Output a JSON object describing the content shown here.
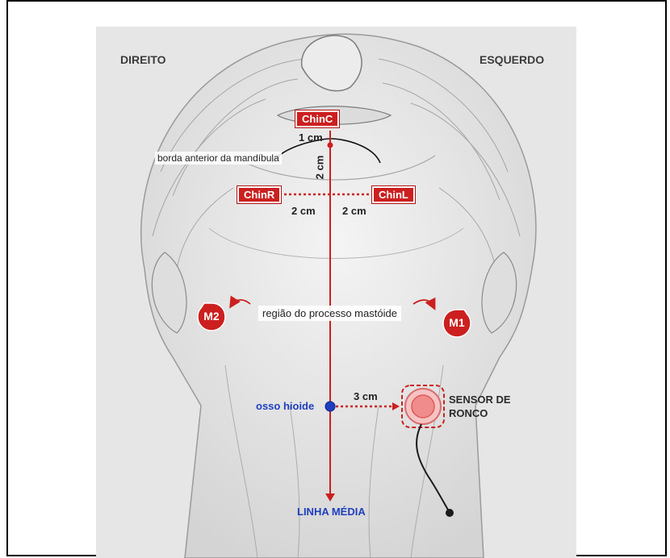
{
  "labels": {
    "right_side": "DIREITO",
    "left_side": "ESQUERDO",
    "chin_c": "ChinC",
    "chin_r": "ChinR",
    "chin_l": "ChinL",
    "dim_1cm": "1 cm",
    "dim_2cm_vertical": "2 cm",
    "dim_2cm_left": "2 cm",
    "dim_2cm_right": "2 cm",
    "mandible": "borda anterior da mandíbula",
    "mastoid": "região do processo mastóide",
    "m1": "M1",
    "m2": "M2",
    "hyoid": "osso hioide",
    "dim_3cm": "3 cm",
    "sensor_line1": "SENSOR DE",
    "sensor_line2": "RONCO",
    "midline": "LINHA MÉDIA"
  },
  "colors": {
    "accent_red": "#cc1f1f",
    "hyoid_blue": "#1f3fbf",
    "sensor_pink": "#f4a6a6"
  }
}
